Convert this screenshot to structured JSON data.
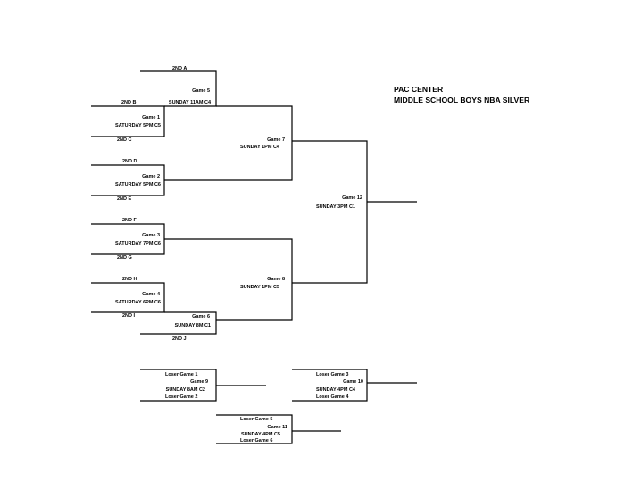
{
  "header": {
    "line1": "PAC CENTER",
    "line2": "MIDDLE SCHOOL  BOYS NBA SILVER"
  },
  "seeds": {
    "a": "2ND A",
    "b": "2ND B",
    "c": "2ND C",
    "d": "2ND D",
    "e": "2ND E",
    "f": "2ND F",
    "g": "2ND G",
    "h": "2ND H",
    "i": "2ND I",
    "j": "2ND J"
  },
  "games": {
    "g1": {
      "name": "Game 1",
      "time": "SATURDAY 5PM C5"
    },
    "g2": {
      "name": "Game 2",
      "time": "SATURDAY 5PM C6"
    },
    "g3": {
      "name": "Game 3",
      "time": "SATURDAY 7PM C6"
    },
    "g4": {
      "name": "Game 4",
      "time": "SATURDAY 6PM C6"
    },
    "g5": {
      "name": "Game 5",
      "time": "SUNDAY 11AM C4"
    },
    "g6": {
      "name": "Game 6",
      "time": "SUNDAY 8M C1"
    },
    "g7": {
      "name": "Game 7",
      "time": "SUNDAY 1PM C4"
    },
    "g8": {
      "name": "Game 8",
      "time": "SUNDAY 1PM C5"
    },
    "g12": {
      "name": "Game 12",
      "time": "SUNDAY 3PM C1"
    },
    "g9": {
      "name": "Game 9",
      "time": "SUNDAY 8AM C2",
      "top": "Loser Game 1",
      "bottom": "Loser Game 2"
    },
    "g10": {
      "name": "Game 10",
      "time": "SUNDAY 4PM C4",
      "top": "Loser Game 3",
      "bottom": "Loser Game 4"
    },
    "g11": {
      "name": "Game 11",
      "time": "SUNDAY 4PM C5",
      "top": "Loser Game 5",
      "bottom": "Loser Game 6"
    }
  }
}
